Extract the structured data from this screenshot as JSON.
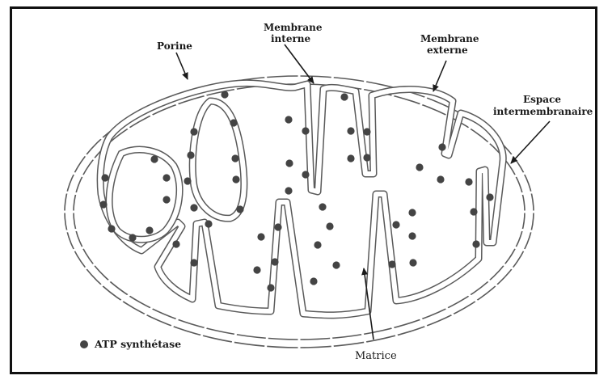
{
  "labels": {
    "porine": "Porine",
    "membrane_interne_1": "Membrane",
    "membrane_interne_2": "interne",
    "membrane_externe_1": "Membrane",
    "membrane_externe_2": "externe",
    "espace_1": "Espace",
    "espace_2": "intermembranaire",
    "matrice": "Matrice",
    "legend": "ATP synthétase"
  },
  "colors": {
    "membrane_stroke": "#5a5a5a",
    "atp_dot": "#444444",
    "text": "#1a1a1a"
  },
  "icons": {
    "atp_marker": "filled-circle"
  }
}
